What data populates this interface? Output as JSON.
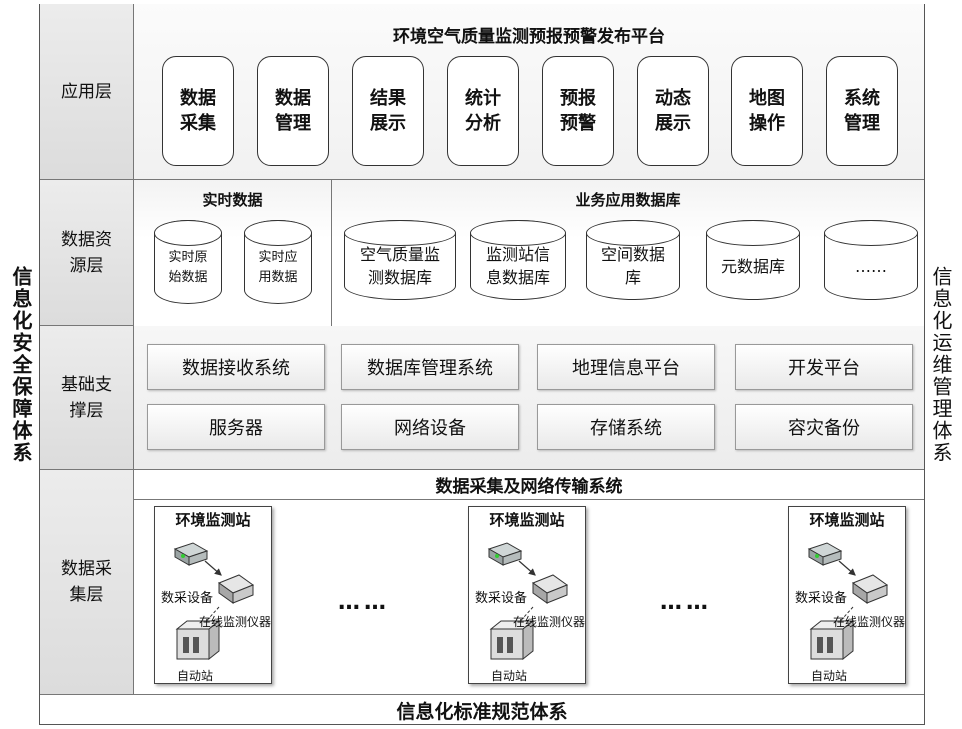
{
  "side_left": "信息化安全保障体系",
  "side_right": "信息化运维管理体系",
  "bottom_title": "信息化标准规范体系",
  "layers": {
    "app": {
      "label": "应用层",
      "title": "环境空气质量监测预报预警发布平台",
      "modules": [
        "数据\n采集",
        "数据\n管理",
        "结果\n展示",
        "统计\n分析",
        "预报\n预警",
        "动态\n展示",
        "地图\n操作",
        "系统\n管理"
      ]
    },
    "resource": {
      "label": "数据资\n源层",
      "realtime": {
        "title": "实时数据",
        "items": [
          "实时原\n始数据",
          "实时应\n用数据"
        ]
      },
      "business": {
        "title": "业务应用数据库",
        "items": [
          "空气质量监\n测数据库",
          "监测站信\n息数据库",
          "空间数据\n库",
          "元数据库",
          "……"
        ]
      }
    },
    "base": {
      "label": "基础支\n撑层",
      "row1": [
        "数据接收系统",
        "数据库管理系统",
        "地理信息平台",
        "开发平台"
      ],
      "row2": [
        "服务器",
        "网络设备",
        "存储系统",
        "容灾备份"
      ]
    },
    "collection": {
      "label": "数据采\n集层",
      "transport_title": "数据采集及网络传输系统",
      "ellipsis": "……",
      "stations": [
        {
          "title": "环境监测站",
          "daq": "数采设备",
          "monitor": "在线监测仪器",
          "auto": "自动站"
        },
        {
          "title": "环境监测站",
          "daq": "数采设备",
          "monitor": "在线监测仪器",
          "auto": "自动站"
        },
        {
          "title": "环境监测站",
          "daq": "数采设备",
          "monitor": "在线监测仪器",
          "auto": "自动站"
        }
      ]
    }
  }
}
